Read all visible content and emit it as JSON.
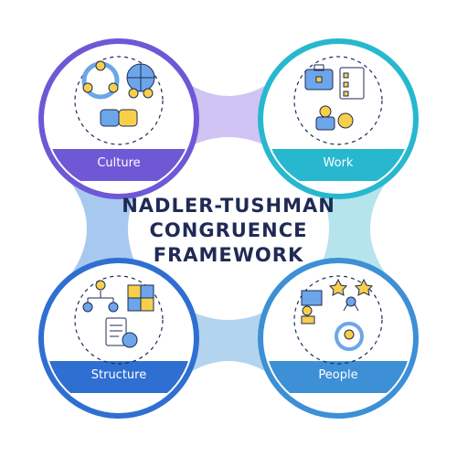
{
  "title": {
    "line1": "NADLER-TUSHMAN",
    "line2": "CONGRUENCE",
    "line3": "FRAMEWORK"
  },
  "segments": [
    {
      "id": "culture",
      "label": "Culture",
      "color": "#6f58d6",
      "connector_color": "#cfc4f3",
      "icons": [
        "team-cycle-icon",
        "globe-people-icon",
        "handshake-icon"
      ]
    },
    {
      "id": "work",
      "label": "Work",
      "color": "#27b8cf",
      "connector_color": "#b6e4ec",
      "icons": [
        "briefcase-icon",
        "checklist-icon",
        "worker-gears-icon"
      ]
    },
    {
      "id": "structure",
      "label": "Structure",
      "color": "#2f6fd1",
      "connector_color": "#a8c9ef",
      "icons": [
        "org-chart-icon",
        "puzzle-icon",
        "document-gear-icon"
      ]
    },
    {
      "id": "people",
      "label": "People",
      "color": "#3d8fd6",
      "connector_color": "#b3d4ef",
      "icons": [
        "presentation-icon",
        "growth-stars-icon",
        "profile-refresh-icon"
      ]
    }
  ],
  "icon_palette": {
    "yellow": "#f7cf4a",
    "blue": "#6ca6e8",
    "outline": "#1f2a55"
  },
  "watermark": {
    "side_id": "1558311814"
  }
}
